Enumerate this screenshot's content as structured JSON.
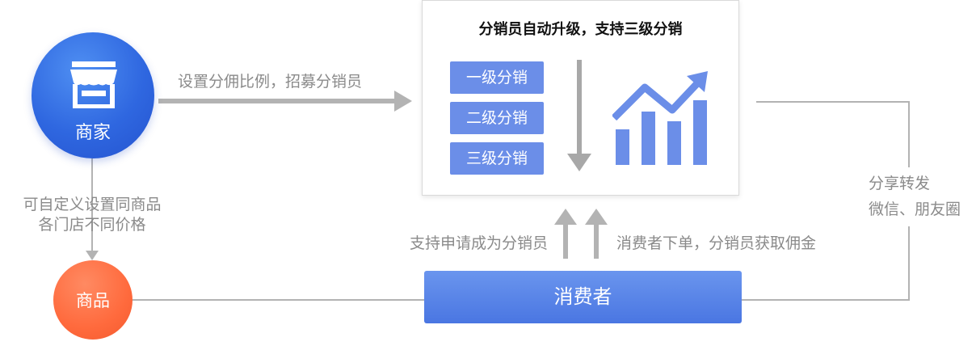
{
  "merchant": {
    "label": "商家",
    "icon": "store-icon"
  },
  "product": {
    "label": "商品"
  },
  "panel": {
    "title": "分销员自动升级，支持三级分销",
    "levels": [
      "一级分销",
      "二级分销",
      "三级分销"
    ],
    "chart_icon": "growth-chart-icon"
  },
  "consumer": {
    "label": "消费者"
  },
  "edges": {
    "merchant_to_panel": "设置分佣比例，招募分销员",
    "merchant_to_product": [
      "可自定义设置同商品",
      "各门店不同价格"
    ],
    "apply": "支持申请成为分销员",
    "order": "消费者下单，分销员获取佣金",
    "share": [
      "分享转发",
      "微信、朋友圈"
    ]
  },
  "colors": {
    "merchant": "#2f67e0",
    "product": "#ff6a3d",
    "level": "#6b8ee8",
    "consumer": "#4a76e2",
    "connector": "#b3b3b3"
  }
}
